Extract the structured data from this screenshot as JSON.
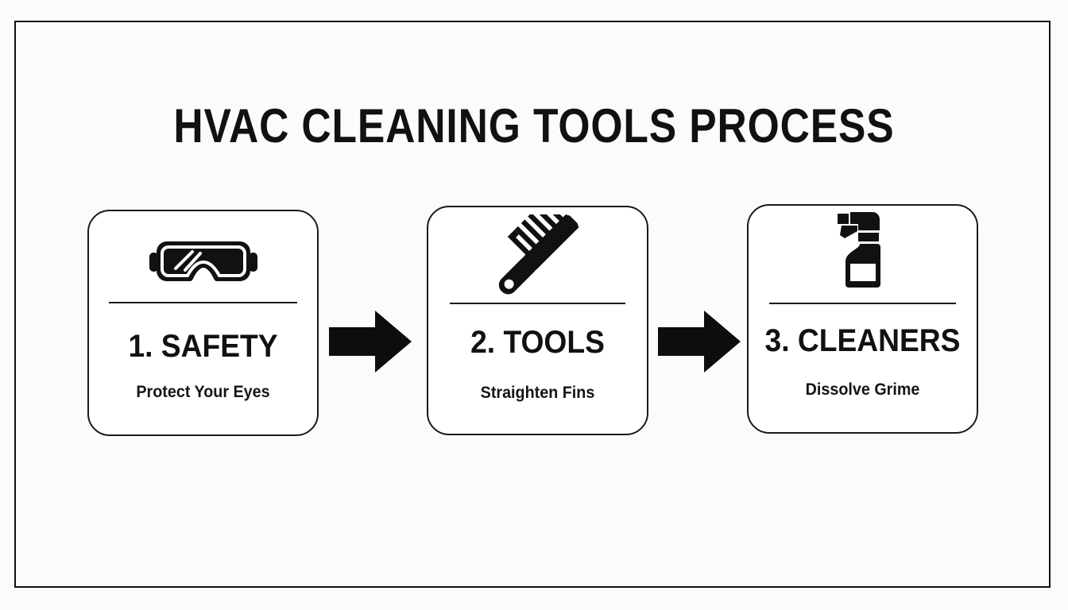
{
  "page": {
    "title": "HVAC CLEANING TOOLS PROCESS",
    "background_color": "#fbfbf9",
    "ink_color": "#111111",
    "frame_color": "#111111"
  },
  "diagram": {
    "type": "process-flow",
    "step_count": 3,
    "connector": "block-arrow",
    "steps": [
      {
        "heading": "1. SAFETY",
        "subtitle": "Protect Your Eyes",
        "icon": "safety-goggles-icon"
      },
      {
        "heading": "2. TOOLS",
        "subtitle": "Straighten Fins",
        "icon": "fin-comb-icon"
      },
      {
        "heading": "3. CLEANERS",
        "subtitle": "Dissolve Grime",
        "icon": "spray-bottle-icon"
      }
    ],
    "arrows": [
      {
        "label": "arrow-step-1-to-2"
      },
      {
        "label": "arrow-step-2-to-3"
      }
    ]
  }
}
